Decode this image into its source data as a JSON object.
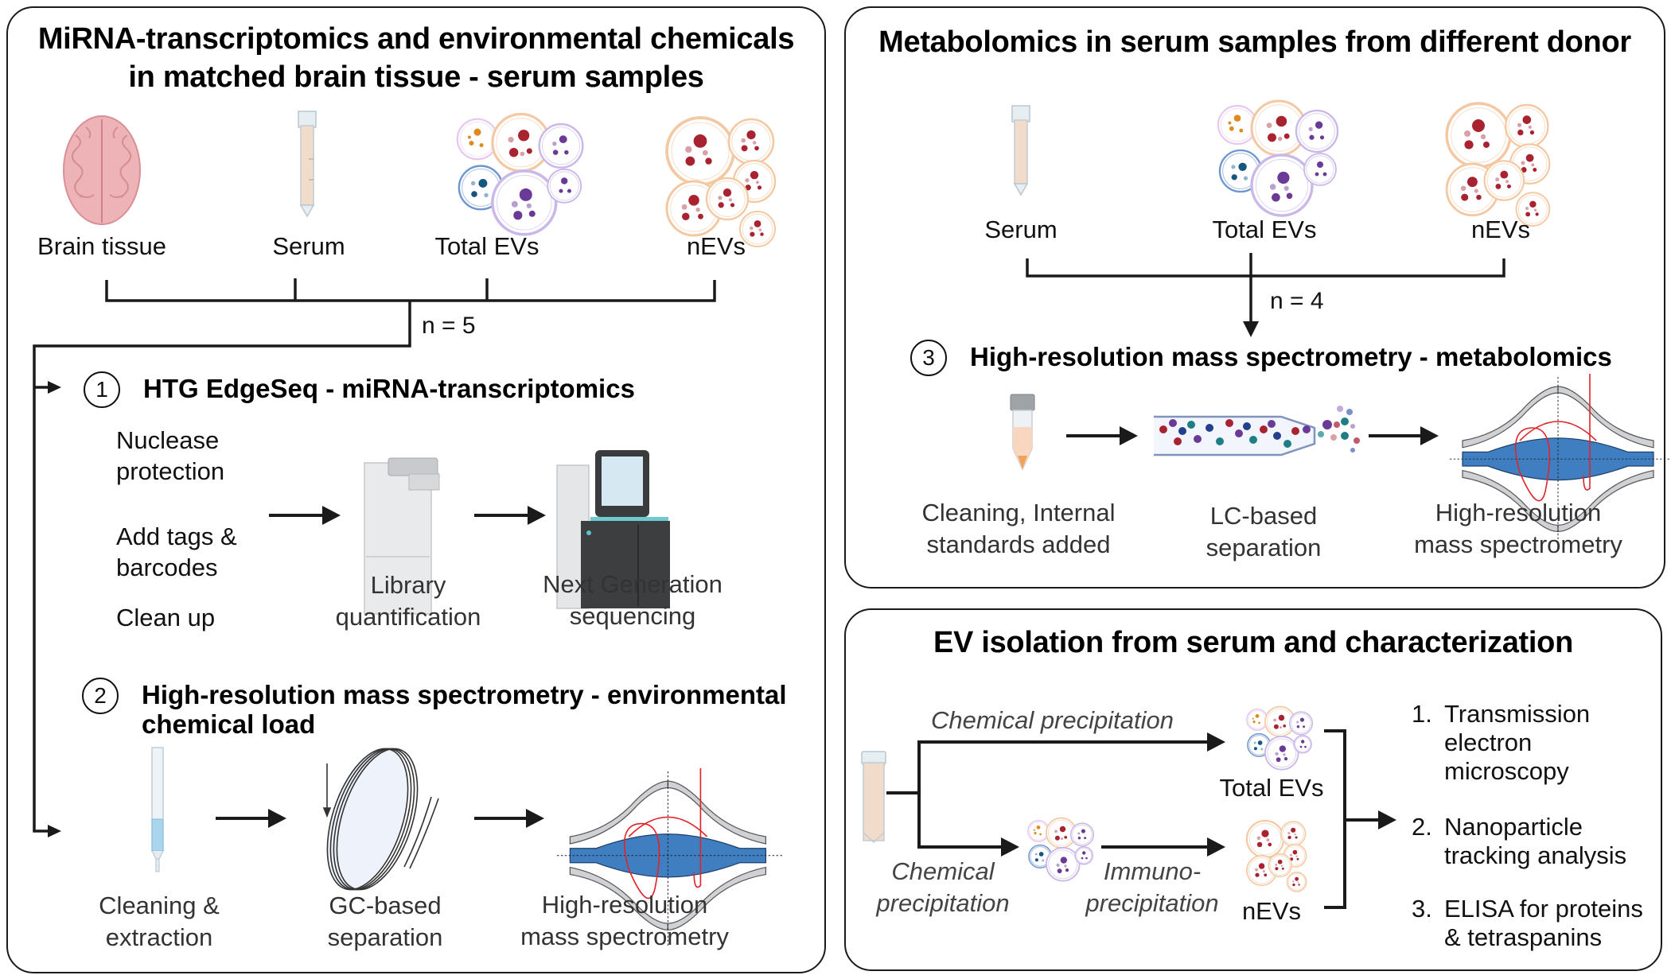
{
  "panels": {
    "left": {
      "title_line1": "MiRNA-transcriptomics and environmental chemicals",
      "title_line2": "in matched brain tissue - serum samples",
      "samples": [
        "Brain tissue",
        "Serum",
        "Total EVs",
        "nEVs"
      ],
      "n_label": "n = 5",
      "step1": {
        "number": "1",
        "title": "HTG EdgeSeq - miRNA-transcriptomics",
        "prep_steps": [
          "Nuclease",
          "protection",
          "Add tags &",
          "barcodes",
          "Clean up"
        ],
        "instrument1_label": [
          "Library",
          "quantification"
        ],
        "instrument2_label": [
          "Next Generation",
          "sequencing"
        ]
      },
      "step2": {
        "number": "2",
        "title_line1": "High-resolution mass spectrometry - environmental",
        "title_line2": "chemical load",
        "stages": [
          [
            "Cleaning &",
            "extraction"
          ],
          [
            "GC-based",
            "separation"
          ],
          [
            "High-resolution",
            "mass spectrometry"
          ]
        ]
      }
    },
    "top_right": {
      "title": "Metabolomics in serum samples from different donor",
      "samples": [
        "Serum",
        "Total EVs",
        "nEVs"
      ],
      "n_label": "n = 4",
      "step3": {
        "number": "3",
        "title": "High-resolution mass spectrometry - metabolomics",
        "stages": [
          [
            "Cleaning, Internal",
            "standards added"
          ],
          [
            "LC-based",
            "separation"
          ],
          [
            "High-resolution",
            "mass spectrometry"
          ]
        ]
      }
    },
    "bottom_right": {
      "title": "EV isolation from serum and characterization",
      "top_path_label": "Chemical precipitation",
      "bottom_path_label1": [
        "Chemical",
        "precipitation"
      ],
      "bottom_path_label2": [
        "Immuno-",
        "precipitation"
      ],
      "total_evs": "Total EVs",
      "nevs": "nEVs",
      "characterization": [
        {
          "num": "1.",
          "lines": [
            "Transmission",
            "electron",
            "microscopy"
          ]
        },
        {
          "num": "2.",
          "lines": [
            "Nanoparticle",
            "tracking analysis"
          ]
        },
        {
          "num": "3.",
          "lines": [
            "ELISA for proteins",
            "& tetraspanins"
          ]
        }
      ]
    }
  },
  "colors": {
    "brain": "#e8a4a8",
    "ev_orange": "#f3c9a3",
    "ev_purple": "#c9b8e8",
    "ev_blue": "#6f97cf",
    "dot_red": "#a8232f",
    "dot_purple": "#6b3a97",
    "dot_teal": "#1e7e85",
    "ms_blue": "#3f7fc1",
    "ms_red": "#e0242b"
  }
}
